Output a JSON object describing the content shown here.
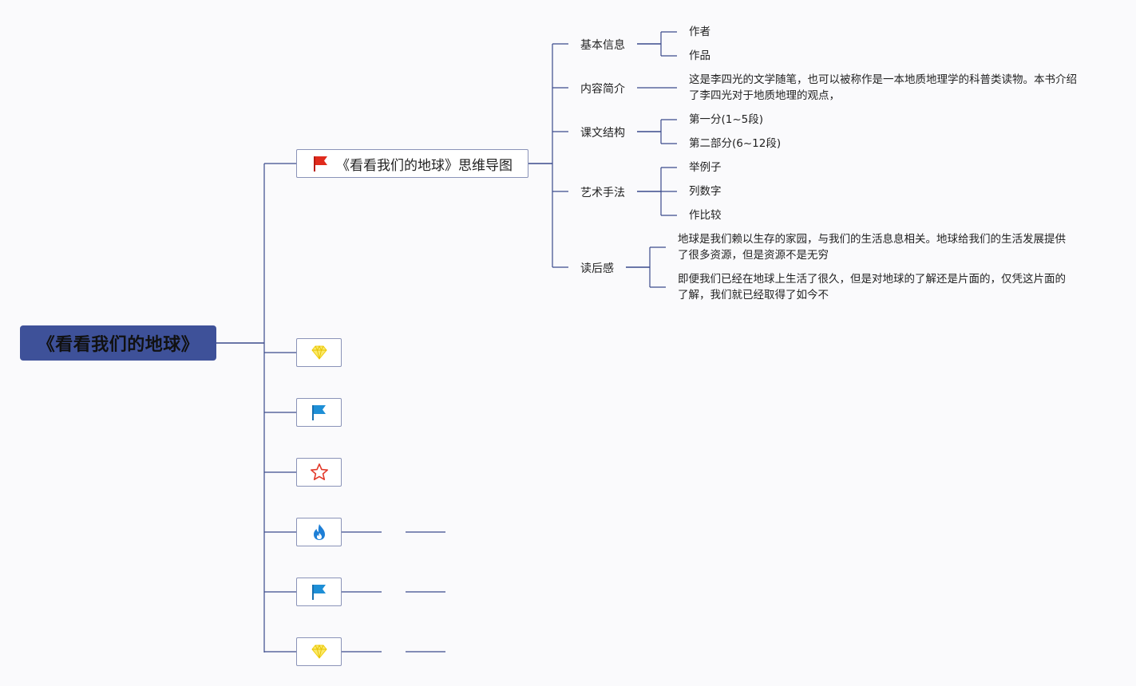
{
  "root": {
    "title": "《看看我们的地球》"
  },
  "main_topic": {
    "title": "《看看我们的地球》思维导图",
    "icon": "red-flag-icon"
  },
  "branches": [
    {
      "label": "基本信息",
      "children": [
        "作者",
        "作品"
      ]
    },
    {
      "label": "内容简介",
      "children": [
        "这是李四光的文学随笔，也可以被称作是一本地质地理学的科普类读物。本书介绍了李四光对于地质地理的观点，"
      ]
    },
    {
      "label": "课文结构",
      "children": [
        "第一分(1~5段)",
        "第二部分(6~12段)"
      ]
    },
    {
      "label": "艺术手法",
      "children": [
        "举例子",
        "列数字",
        "作比较"
      ]
    },
    {
      "label": "读后感",
      "children": [
        "地球是我们赖以生存的家园，与我们的生活息息相关。地球给我们的生活发展提供了很多资源，但是资源不是无穷",
        "即便我们已经在地球上生活了很久，但是对地球的了解还是片面的，仅凭这片面的了解，我们就已经取得了如今不"
      ]
    }
  ],
  "icon_topics": [
    {
      "icon": "diamond-icon"
    },
    {
      "icon": "blue-flag-icon"
    },
    {
      "icon": "star-icon"
    },
    {
      "icon": "fire-icon"
    },
    {
      "icon": "blue-flag-icon"
    },
    {
      "icon": "diamond-icon"
    }
  ],
  "colors": {
    "root_fill": "#3e5199",
    "line": "#3a4a8c",
    "red_flag": "#e02a1c",
    "blue_flag": "#1e8fd6",
    "diamond": "#f5dc25",
    "star": "#e23a2a",
    "fire": "#1e7fd6"
  }
}
